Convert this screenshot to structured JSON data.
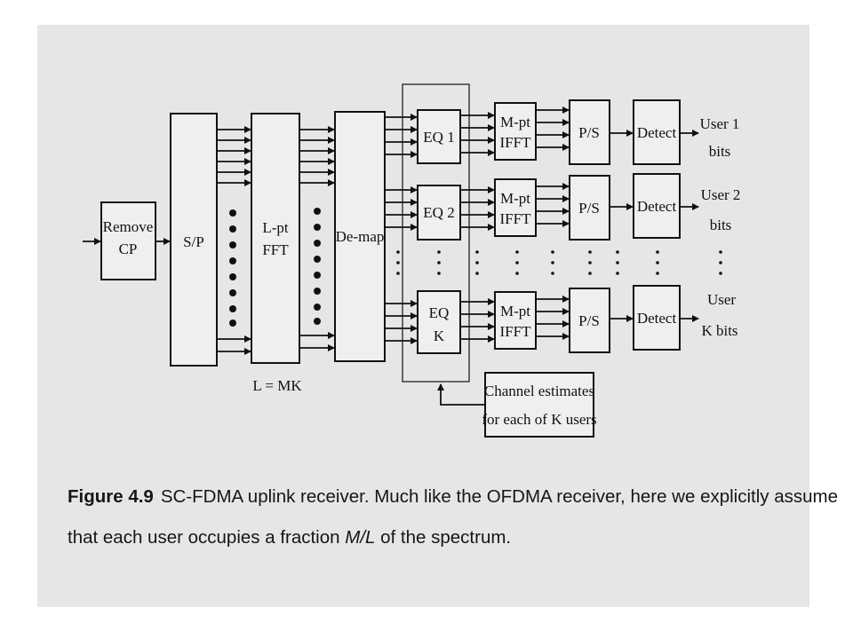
{
  "diagram": {
    "blocks": {
      "remove_cp": [
        "Remove",
        "CP"
      ],
      "sp": "S/P",
      "fft": [
        "L-pt",
        "FFT"
      ],
      "demap": "De-map",
      "eq1": "EQ 1",
      "eq2": "EQ 2",
      "eqk": [
        "EQ",
        "K"
      ],
      "ifft": [
        "M-pt",
        "IFFT"
      ],
      "ps": "P/S",
      "detect": "Detect",
      "channel_estimates": [
        "Channel estimates",
        "for each of K users"
      ]
    },
    "fft_note": "L = MK",
    "outputs": {
      "user1": [
        "User 1",
        "bits"
      ],
      "user2": [
        "User 2",
        "bits"
      ],
      "userk": [
        "User",
        "K bits"
      ]
    }
  },
  "caption": {
    "label": "Figure 4.9",
    "line1": "SC-FDMA uplink receiver. Much like the OFDMA receiver, here we explicitly assume",
    "line2_pre": "that each user occupies a fraction",
    "line2_math": "M/L",
    "line2_post": "of the spectrum."
  }
}
